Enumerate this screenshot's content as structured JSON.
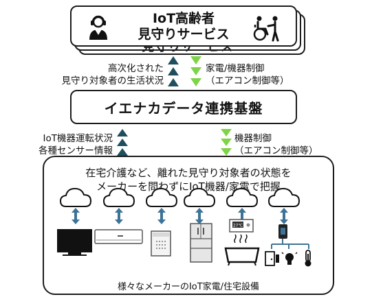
{
  "service": {
    "title_line1": "IoT高齢者",
    "title_line2": "見守りサービス",
    "ghost_text": "見守りサービス"
  },
  "arrows_top": {
    "left_line1": "高次化された",
    "left_line2": "見守り対象者の生活状況",
    "right_line1": "家電/機器制御",
    "right_line2": "（エアコン制御等）"
  },
  "platform": {
    "label": "イエナカデータ連携基盤"
  },
  "arrows_bottom": {
    "left_line1": "IoT機器運転状況",
    "left_line2": "各種センサー情報",
    "right_line1": "機器制御",
    "right_line2": "（エアコン制御等）"
  },
  "devices_box": {
    "line1": "在宅介護など、離れた見守り対象者の状態を",
    "line2": "メーカーを問わずにIoT機器/家電で把握",
    "footer": "様々なメーカーのIoT家電/住宅設備",
    "ac_display": "27℃"
  },
  "colors": {
    "up_arrow": "#1f4e5f",
    "down_arrow": "#7ed348",
    "connector": "#3d7396",
    "outline": "#1b1b1b"
  },
  "icons": [
    "operator-icon",
    "caregiver-wheelchair-icon",
    "cloud-icon",
    "tv-icon",
    "air-conditioner-icon",
    "air-purifier-icon",
    "refrigerator-icon",
    "water-heater-icon",
    "bath-icon",
    "smart-speaker-icon",
    "door-sensor-icon",
    "light-bulb-icon",
    "thermometer-icon"
  ]
}
